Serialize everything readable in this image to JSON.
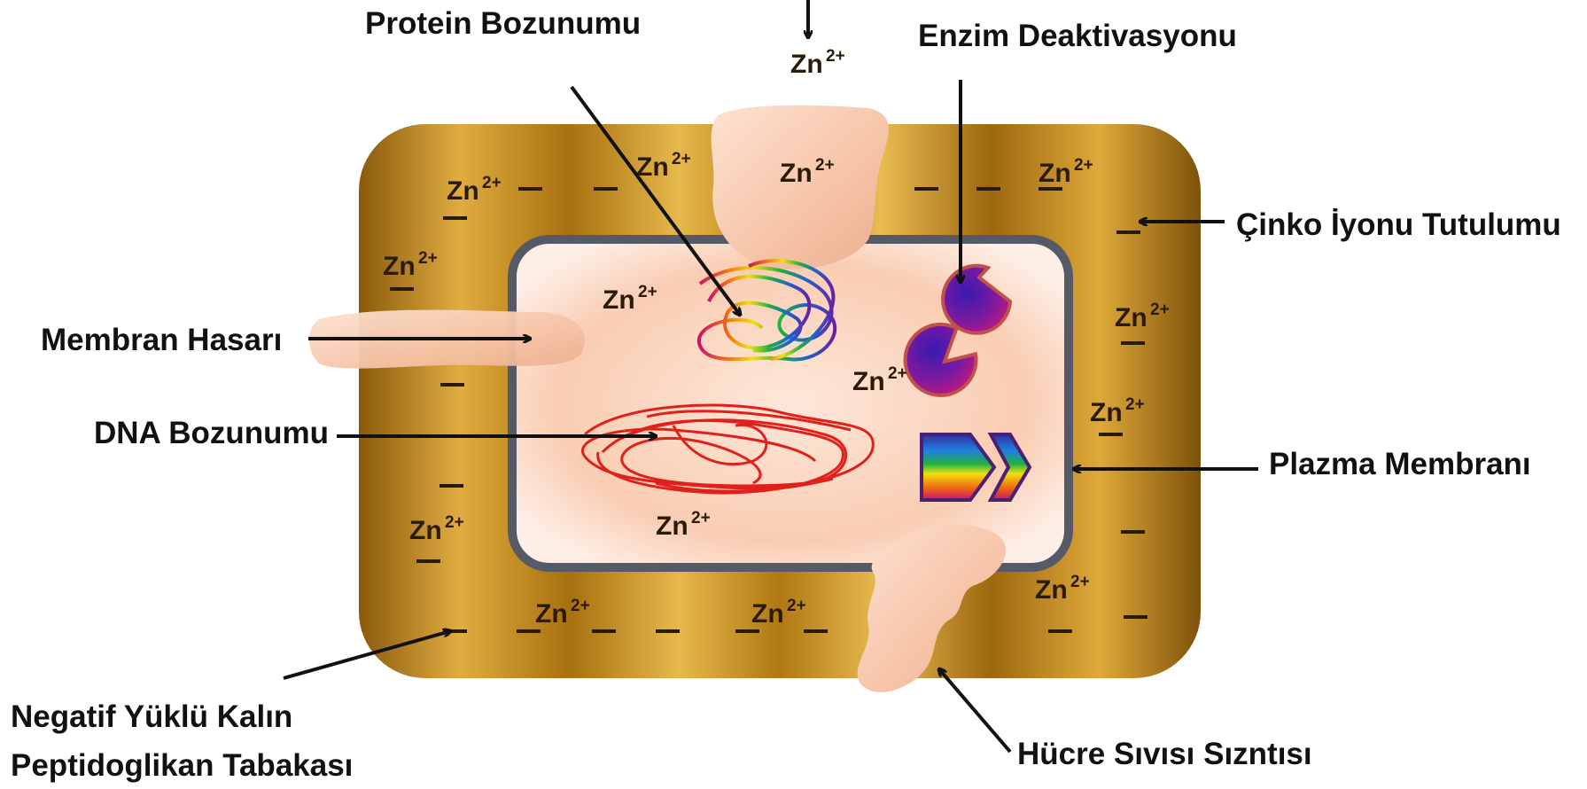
{
  "labels": {
    "protein_degradation": "Protein Bozunumu",
    "enzyme_deactivation": "Enzim Deaktivasyonu",
    "zinc_ion_uptake": "Çinko İyonu Tutulumu",
    "membrane_damage": "Membran Hasarı",
    "dna_degradation": "DNA Bozunumu",
    "plasma_membrane": "Plazma Membranı",
    "peptidoglycan_line1": "Negatif Yüklü  Kalın",
    "peptidoglycan_line2": "Peptidoglikan Tabakası",
    "cell_fluid_leakage": "Hücre Sıvısı Sızntısı"
  },
  "ion": {
    "base": "Zn",
    "charge": "2+",
    "negative_sign": "–"
  },
  "colors": {
    "cell_wall_gold": "#b57a14",
    "cell_wall_light": "#e8b64a",
    "cytoplasm": "#fbd8c4",
    "membrane_border": "#555a66",
    "dna_strand": "#e0201a",
    "enzyme_purple": "#7a1aa0",
    "label_text": "#111111"
  }
}
